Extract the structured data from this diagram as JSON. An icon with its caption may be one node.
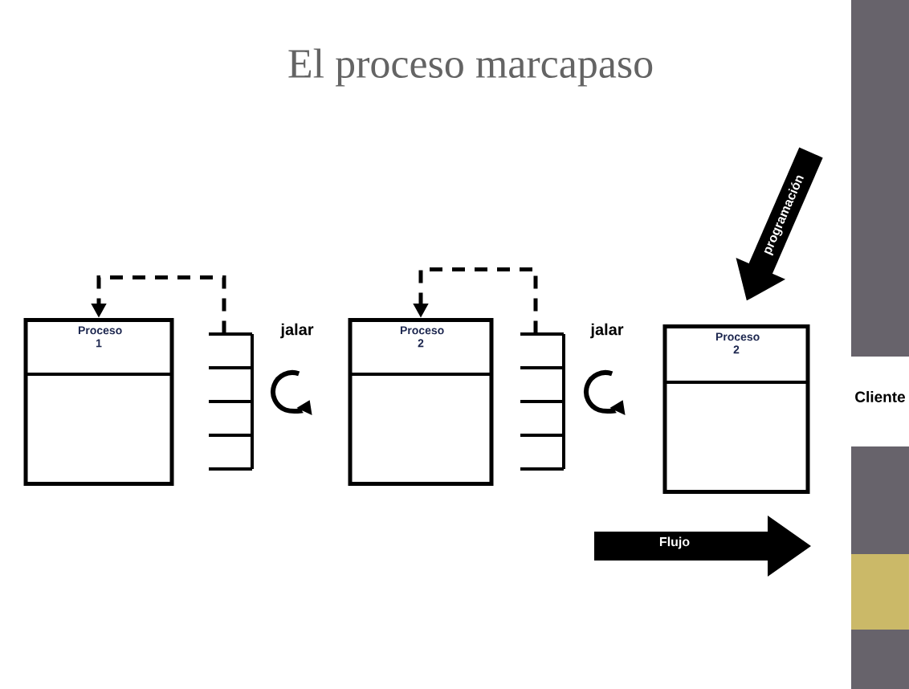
{
  "diagram": {
    "title": "El proceso marcapaso",
    "nodes": [
      {
        "text": [
          "Proceso 1"
        ]
      },
      {
        "text": [],
        "shape": "rack"
      },
      {
        "text": [
          "Proceso 2"
        ]
      },
      {
        "text": [],
        "shape": "rack"
      },
      {
        "text": [
          "Proceso 2"
        ]
      },
      {
        "text": [
          "Cliente"
        ]
      }
    ],
    "edges": [
      {
        "from": 1,
        "to": 0,
        "arrow": "to",
        "style": "dashed"
      },
      {
        "from": 3,
        "to": 2,
        "arrow": "to",
        "style": "dashed"
      },
      {
        "from": null,
        "to": 4,
        "arrow": "to",
        "style": "thick",
        "label": "programación"
      }
    ],
    "labels": [
      "jalar",
      "jalar",
      "Flujo"
    ]
  }
}
